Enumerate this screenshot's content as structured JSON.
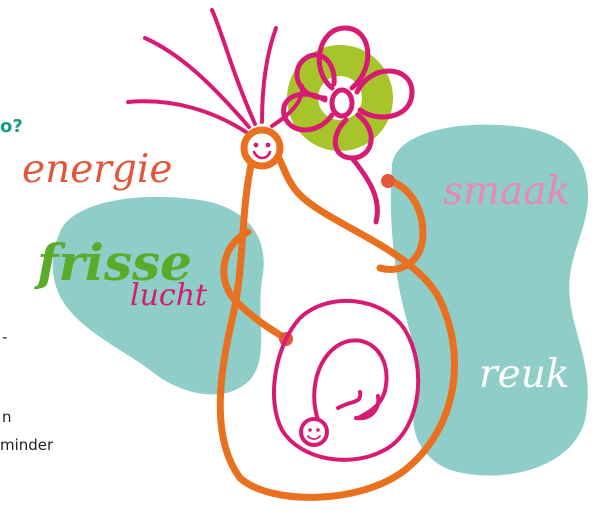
{
  "labels": {
    "energie": "energie",
    "frisse": "frisse",
    "lucht": "lucht",
    "smaak": "smaak",
    "reuk": "reuk"
  },
  "fragments": {
    "question": "o?",
    "dash": "-",
    "line_n": "n",
    "line_minder": "minder"
  },
  "colors": {
    "teal_blob": "#8ecdc8",
    "orange": "#e8701e",
    "magenta": "#d81b72",
    "lime": "#a7c52a",
    "green": "#5bab2b",
    "pink": "#e887b8",
    "coral": "#e2573a",
    "dark_teal": "#1a9a8c",
    "white": "#ffffff"
  }
}
